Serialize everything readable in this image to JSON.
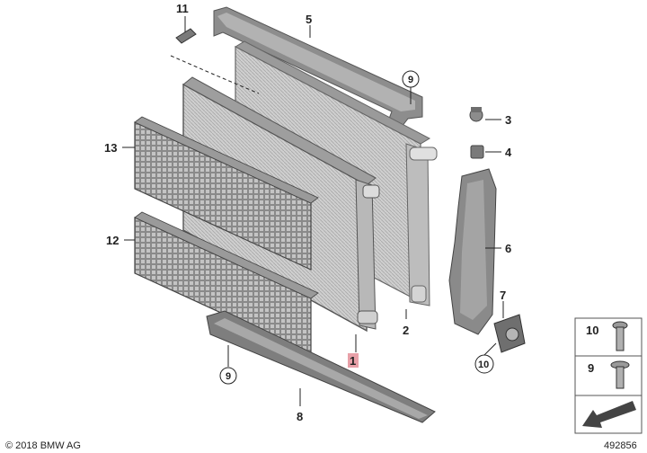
{
  "callouts": {
    "c1": "1",
    "c2": "2",
    "c3": "3",
    "c4": "4",
    "c5": "5",
    "c6": "6",
    "c7": "7",
    "c8": "8",
    "c9a": "9",
    "c9b": "9",
    "c10": "10",
    "c11": "11",
    "c12": "12",
    "c13": "13"
  },
  "legend": {
    "item1": "10",
    "item2": "9"
  },
  "footer": {
    "copyright": "© 2018 BMW AG",
    "diagram_number": "492856"
  },
  "colors": {
    "highlight": "#e8a0a8",
    "part_dark": "#777777",
    "part_light": "#d9d9d9"
  }
}
